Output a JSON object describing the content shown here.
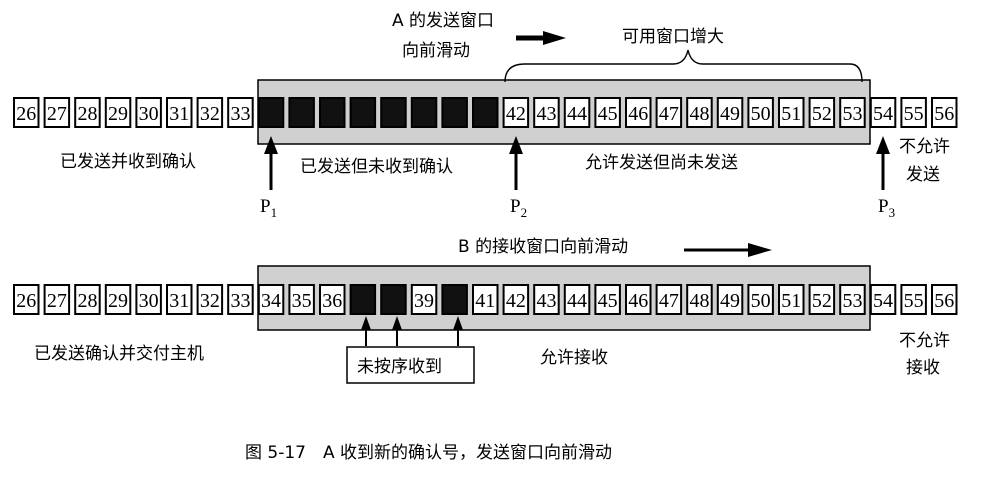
{
  "colors": {
    "window_fill": "#d0d0d0",
    "filled_box": "#111111",
    "line": "#000000"
  },
  "sender": {
    "window_title_line1": "A 的发送窗口",
    "window_title_line2": "向前滑动",
    "brace_label": "可用窗口增大",
    "seq_before": [
      "26",
      "27",
      "28",
      "29",
      "30",
      "31",
      "32",
      "33"
    ],
    "sent_unacked_count": 8,
    "seq_window": [
      "42",
      "43",
      "44",
      "45",
      "46",
      "47",
      "48",
      "49",
      "50",
      "51",
      "52",
      "53"
    ],
    "seq_after": [
      "54",
      "55",
      "56"
    ],
    "label_sent_acked": "已发送并收到确认",
    "label_sent_unacked": "已发送但未收到确认",
    "label_allowed": "允许发送但尚未发送",
    "label_not_allowed_1": "不允许",
    "label_not_allowed_2": "发送",
    "p1": "P",
    "p1_sub": "1",
    "p2": "P",
    "p2_sub": "2",
    "p3": "P",
    "p3_sub": "3"
  },
  "receiver": {
    "window_title": "B 的接收窗口向前滑动",
    "seq_before": [
      "26",
      "27",
      "28",
      "29",
      "30",
      "31",
      "32",
      "33"
    ],
    "seq_window": [
      {
        "label": "34",
        "filled": false
      },
      {
        "label": "35",
        "filled": false
      },
      {
        "label": "36",
        "filled": false
      },
      {
        "label": "",
        "filled": true
      },
      {
        "label": "",
        "filled": true
      },
      {
        "label": "39",
        "filled": false
      },
      {
        "label": "",
        "filled": true
      },
      {
        "label": "41",
        "filled": false
      },
      {
        "label": "42",
        "filled": false
      },
      {
        "label": "43",
        "filled": false
      },
      {
        "label": "44",
        "filled": false
      },
      {
        "label": "45",
        "filled": false
      },
      {
        "label": "46",
        "filled": false
      },
      {
        "label": "47",
        "filled": false
      },
      {
        "label": "48",
        "filled": false
      },
      {
        "label": "49",
        "filled": false
      },
      {
        "label": "50",
        "filled": false
      },
      {
        "label": "51",
        "filled": false
      },
      {
        "label": "52",
        "filled": false
      },
      {
        "label": "53",
        "filled": false
      }
    ],
    "seq_after": [
      "54",
      "55",
      "56"
    ],
    "label_delivered": "已发送确认并交付主机",
    "label_out_of_order": "未按序收到",
    "label_allowed": "允许接收",
    "label_not_allowed_1": "不允许",
    "label_not_allowed_2": "接收"
  },
  "caption": "图 5-17　A 收到新的确认号，发送窗口向前滑动"
}
